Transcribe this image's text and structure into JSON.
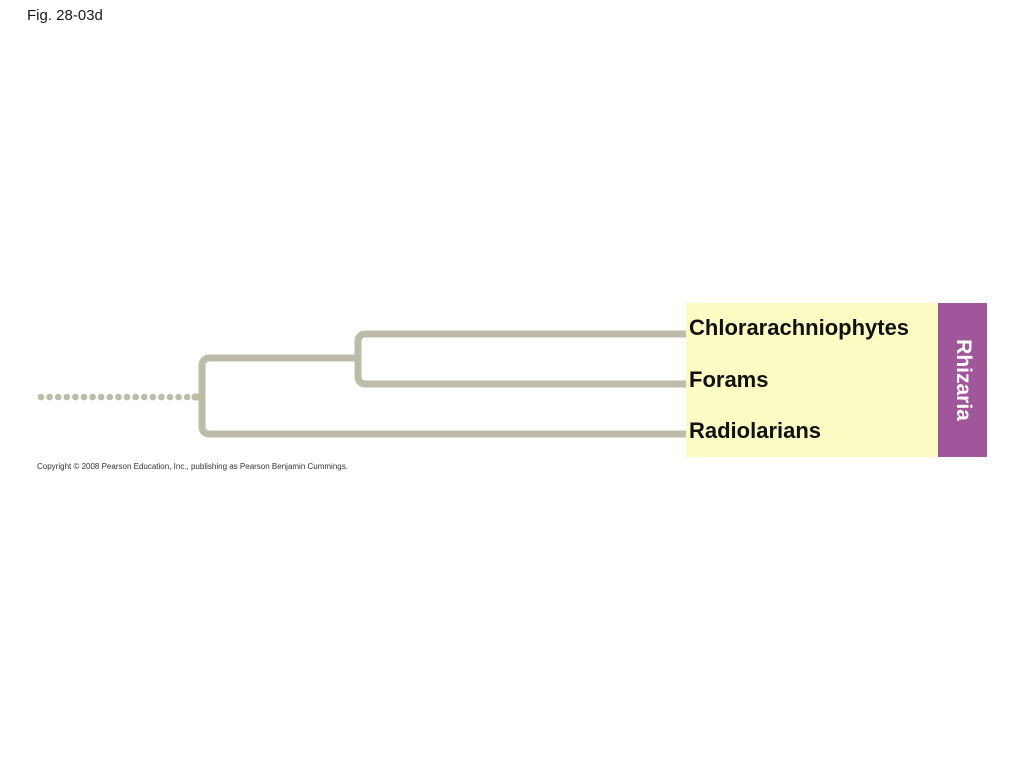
{
  "figure": {
    "label": "Fig. 28-03d",
    "copyright": "Copyright © 2008 Pearson Education, Inc., publishing as Pearson Benjamin Cummings."
  },
  "tree": {
    "taxa": [
      {
        "name": "Chlorarachniophytes"
      },
      {
        "name": "Forams"
      },
      {
        "name": "Radiolarians"
      }
    ],
    "group": {
      "name": "Rhizaria"
    }
  },
  "colors": {
    "branch": "#bcbca8",
    "taxa_background": "#fdfbc4",
    "group_bar": "#a0569a",
    "group_text": "#ffffff"
  }
}
